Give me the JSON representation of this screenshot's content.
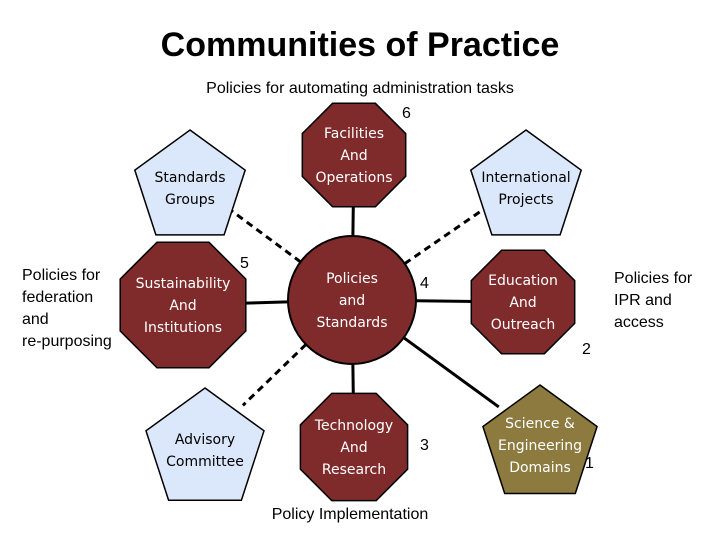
{
  "title": "Communities of Practice",
  "captions": {
    "top": "Policies for automating administration tasks",
    "left": [
      "Policies for",
      "federation",
      "and",
      "re-purposing"
    ],
    "right": [
      "Policies for",
      "IPR and",
      "access"
    ],
    "bottom": "Policy Implementation"
  },
  "center": {
    "lines": [
      "Policies",
      "and",
      "Standards"
    ],
    "number": "4"
  },
  "nodes": [
    {
      "id": "facilities",
      "lines": [
        "Facilities",
        "And",
        "Operations"
      ],
      "shape": "octagon",
      "number": "6"
    },
    {
      "id": "standards",
      "lines": [
        "Standards",
        "Groups"
      ],
      "shape": "pentagon",
      "number": ""
    },
    {
      "id": "international",
      "lines": [
        "International",
        "Projects"
      ],
      "shape": "pentagon",
      "number": ""
    },
    {
      "id": "sustainability",
      "lines": [
        "Sustainability",
        "And",
        "Institutions"
      ],
      "shape": "octagon",
      "number": "5"
    },
    {
      "id": "education",
      "lines": [
        "Education",
        "And",
        "Outreach"
      ],
      "shape": "octagon",
      "number": "2"
    },
    {
      "id": "advisory",
      "lines": [
        "Advisory",
        "Committee"
      ],
      "shape": "pentagon",
      "number": ""
    },
    {
      "id": "technology",
      "lines": [
        "Technology",
        "And",
        "Research"
      ],
      "shape": "octagon",
      "number": "3"
    },
    {
      "id": "science",
      "lines": [
        "Science &",
        "Engineering",
        "Domains"
      ],
      "shape": "pentagon",
      "number": "1"
    }
  ],
  "colors": {
    "octagon_fill": "#7f2b2b",
    "pentagon_fill": "#dbe7fa",
    "science_fill": "#8c7a3f",
    "outline": "#000000",
    "text_light": "#ffffff",
    "text_dark": "#000000"
  }
}
